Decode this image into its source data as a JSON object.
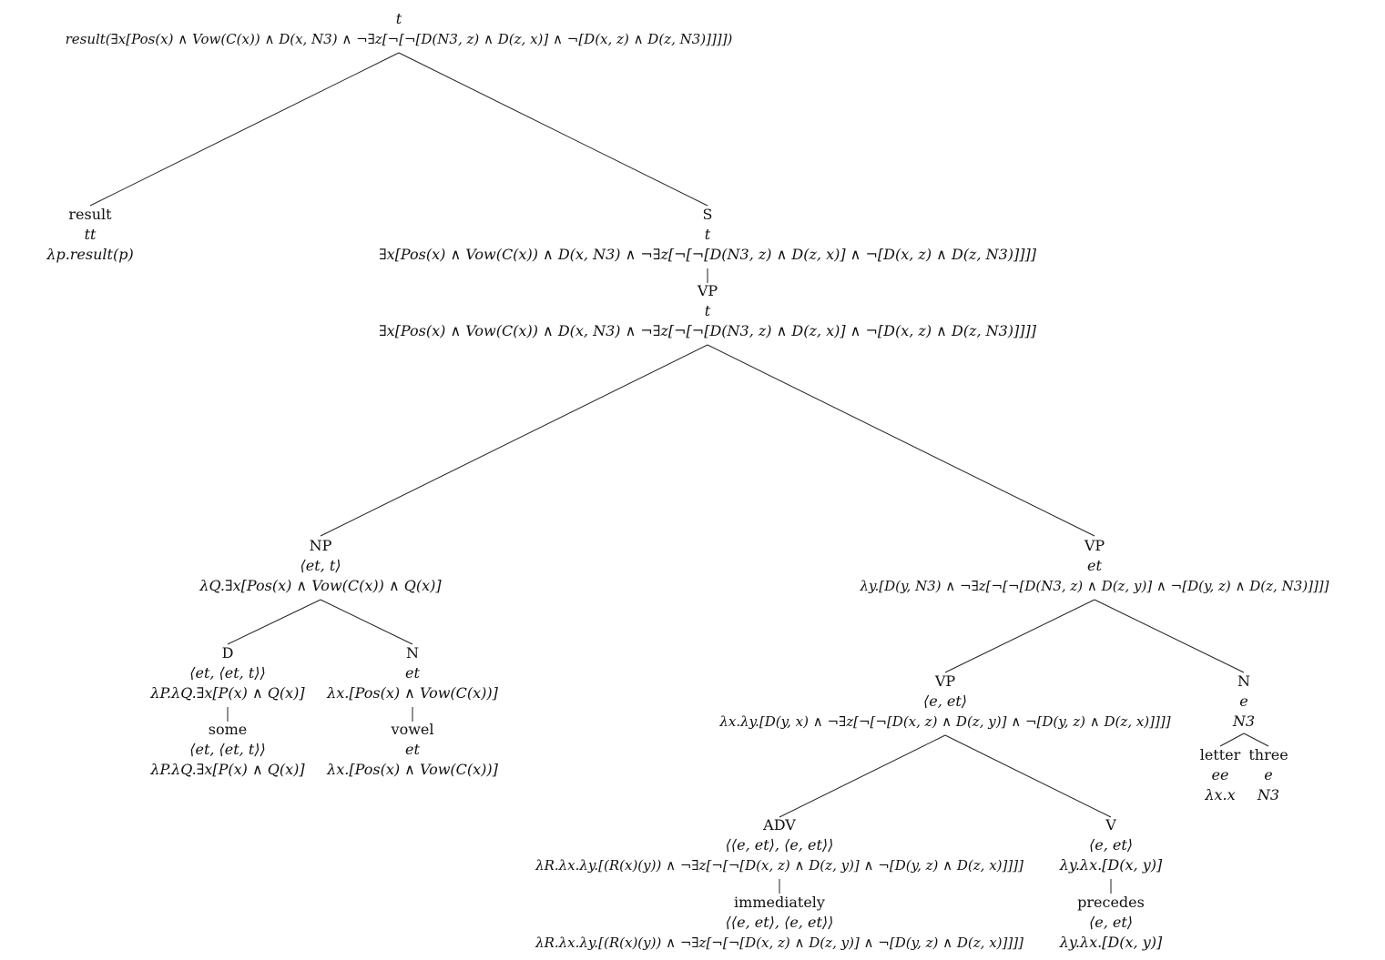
{
  "colors": {
    "line": "#222222",
    "text": "#111111"
  },
  "nodes": {
    "root": {
      "type": "t",
      "sem": "result(∃x[Pos(x) ∧ Vow(C(x)) ∧ D(x, N3) ∧ ¬∃z[¬[¬[D(N3, z) ∧ D(z, x)] ∧ ¬[D(x, z) ∧ D(z, N3)]]]])"
    },
    "result": {
      "label": "result",
      "type": "tt",
      "sem": "λp.result(p)"
    },
    "s": {
      "label": "S",
      "type": "t",
      "sem": "∃x[Pos(x) ∧ Vow(C(x)) ∧ D(x, N3) ∧ ¬∃z[¬[¬[D(N3, z) ∧ D(z, x)] ∧ ¬[D(x, z) ∧ D(z, N3)]]]]"
    },
    "vp_top": {
      "label": "VP",
      "type": "t",
      "sem": "∃x[Pos(x) ∧ Vow(C(x)) ∧ D(x, N3) ∧ ¬∃z[¬[¬[D(N3, z) ∧ D(z, x)] ∧ ¬[D(x, z) ∧ D(z, N3)]]]]"
    },
    "np": {
      "label": "NP",
      "type": "⟨et, t⟩",
      "sem": "λQ.∃x[Pos(x) ∧ Vow(C(x)) ∧ Q(x)]"
    },
    "d": {
      "label": "D",
      "type": "⟨et, ⟨et, t⟩⟩",
      "sem": "λP.λQ.∃x[P(x) ∧ Q(x)]"
    },
    "some": {
      "label": "some",
      "type": "⟨et, ⟨et, t⟩⟩",
      "sem": "λP.λQ.∃x[P(x) ∧ Q(x)]"
    },
    "n_vowel": {
      "label": "N",
      "type": "et",
      "sem": "λx.[Pos(x) ∧ Vow(C(x))]"
    },
    "vowel": {
      "label": "vowel",
      "type": "et",
      "sem": "λx.[Pos(x) ∧ Vow(C(x))]"
    },
    "vp_et": {
      "label": "VP",
      "type": "et",
      "sem": "λy.[D(y, N3) ∧ ¬∃z[¬[¬[D(N3, z) ∧ D(z, y)] ∧ ¬[D(y, z) ∧ D(z, N3)]]]]"
    },
    "vp_eet": {
      "label": "VP",
      "type": "⟨e, et⟩",
      "sem": "λx.λy.[D(y, x) ∧ ¬∃z[¬[¬[D(x, z) ∧ D(z, y)] ∧ ¬[D(y, z) ∧ D(z, x)]]]]"
    },
    "adv": {
      "label": "ADV",
      "type": "⟨⟨e, et⟩, ⟨e, et⟩⟩",
      "sem": "λR.λx.λy.[(R(x)(y)) ∧ ¬∃z[¬[¬[D(x, z) ∧ D(z, y)] ∧ ¬[D(y, z) ∧ D(z, x)]]]]"
    },
    "immediately": {
      "label": "immediately",
      "type": "⟨⟨e, et⟩, ⟨e, et⟩⟩",
      "sem": "λR.λx.λy.[(R(x)(y)) ∧ ¬∃z[¬[¬[D(x, z) ∧ D(z, y)] ∧ ¬[D(y, z) ∧ D(z, x)]]]]"
    },
    "v": {
      "label": "V",
      "type": "⟨e, et⟩",
      "sem": "λy.λx.[D(x, y)]"
    },
    "precedes": {
      "label": "precedes",
      "type": "⟨e, et⟩",
      "sem": "λy.λx.[D(x, y)]"
    },
    "n_n3": {
      "label": "N",
      "type": "e",
      "sem": "N3"
    },
    "letter": {
      "label": "letter",
      "type": "ee",
      "sem": "λx.x"
    },
    "three": {
      "label": "three",
      "type": "e",
      "sem": "N3"
    }
  }
}
